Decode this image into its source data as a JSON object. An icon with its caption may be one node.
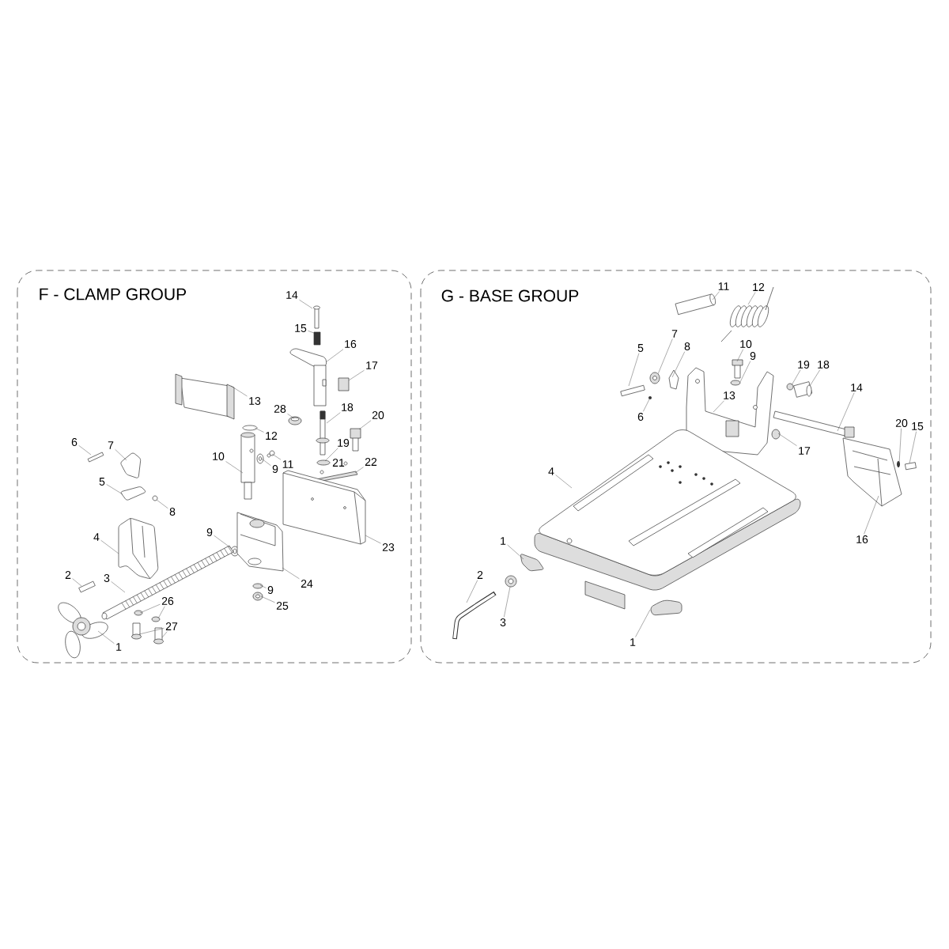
{
  "diagram": {
    "nodes": [
      {
        "text": [
          "F - CLAMP GROUP"
        ]
      },
      {
        "text": [
          "14"
        ],
        "in": 0
      },
      {
        "text": [
          "15"
        ],
        "in": 0
      },
      {
        "text": [
          "16"
        ],
        "in": 0
      },
      {
        "text": [
          "17"
        ],
        "in": 0
      },
      {
        "text": [
          "13"
        ],
        "in": 0
      },
      {
        "text": [
          "28"
        ],
        "in": 0
      },
      {
        "text": [
          "18"
        ],
        "in": 0
      },
      {
        "text": [
          "20"
        ],
        "in": 0
      },
      {
        "text": [
          "12"
        ],
        "in": 0
      },
      {
        "text": [
          "19"
        ],
        "in": 0
      },
      {
        "text": [
          "11"
        ],
        "in": 0
      },
      {
        "text": [
          "9"
        ],
        "in": 0
      },
      {
        "text": [
          "10"
        ],
        "in": 0
      },
      {
        "text": [
          "22"
        ],
        "in": 0
      },
      {
        "text": [
          "23"
        ],
        "in": 0
      },
      {
        "text": [
          "6"
        ],
        "in": 0
      },
      {
        "text": [
          "7"
        ],
        "in": 0
      },
      {
        "text": [
          "5"
        ],
        "in": 0
      },
      {
        "text": [
          "8"
        ],
        "in": 0
      },
      {
        "text": [
          "9"
        ],
        "in": 0
      },
      {
        "text": [
          "4"
        ],
        "in": 0
      },
      {
        "text": [
          "24"
        ],
        "in": 0
      },
      {
        "text": [
          "9"
        ],
        "in": 0
      },
      {
        "text": [
          "25"
        ],
        "in": 0
      },
      {
        "text": [
          "2"
        ],
        "in": 0
      },
      {
        "text": [
          "3"
        ],
        "in": 0
      },
      {
        "text": [
          "26"
        ],
        "in": 0
      },
      {
        "text": [
          "27"
        ],
        "in": 0
      },
      {
        "text": [
          "1"
        ],
        "in": 0
      },
      {
        "text": [
          "G - BASE GROUP"
        ]
      },
      {
        "text": [
          "11"
        ],
        "in": 30
      },
      {
        "text": [
          "12"
        ],
        "in": 30
      },
      {
        "text": [
          "7"
        ],
        "in": 30
      },
      {
        "text": [
          "8"
        ],
        "in": 30
      },
      {
        "text": [
          "5"
        ],
        "in": 30
      },
      {
        "text": [
          "10"
        ],
        "in": 30
      },
      {
        "text": [
          "9"
        ],
        "in": 30
      },
      {
        "text": [
          "19"
        ],
        "in": 30
      },
      {
        "text": [
          "18"
        ],
        "in": 30
      },
      {
        "text": [
          "6"
        ],
        "in": 30
      },
      {
        "text": [
          "13"
        ],
        "in": 30
      },
      {
        "text": [
          "14"
        ],
        "in": 30
      },
      {
        "text": [
          "20"
        ],
        "in": 30
      },
      {
        "text": [
          "15"
        ],
        "in": 30
      },
      {
        "text": [
          "17"
        ],
        "in": 30
      },
      {
        "text": [
          "4"
        ],
        "in": 30
      },
      {
        "text": [
          "16"
        ],
        "in": 30
      },
      {
        "text": [
          "1"
        ],
        "in": 30
      },
      {
        "text": [
          "2"
        ],
        "in": 30
      },
      {
        "text": [
          "3"
        ],
        "in": 30
      },
      {
        "text": [
          "1"
        ],
        "in": 30
      },
      {
        "text": [],
        "shape": "box",
        "in": 0
      },
      {
        "text": [],
        "shape": "box",
        "in": 0
      },
      {
        "text": [],
        "shape": "picture",
        "in": 0
      },
      {
        "text": [],
        "shape": "box",
        "in": 0
      },
      {
        "text": [],
        "shape": "picture",
        "in": 0
      },
      {
        "text": [],
        "shape": "circle",
        "in": 0
      },
      {
        "text": [],
        "shape": "picture",
        "in": 0
      },
      {
        "text": [],
        "shape": "picture",
        "in": 0
      },
      {
        "text": [],
        "shape": "circle",
        "in": 0
      },
      {
        "text": [],
        "shape": "circle",
        "in": 0
      },
      {
        "text": [],
        "shape": "circle",
        "in": 0
      },
      {
        "text": [],
        "shape": "circle",
        "in": 0
      },
      {
        "text": [],
        "shape": "picture",
        "in": 0
      },
      {
        "text": [],
        "shape": "bar",
        "in": 0
      },
      {
        "text": [],
        "shape": "picture",
        "in": 0
      },
      {
        "text": [],
        "shape": "bar",
        "in": 0
      },
      {
        "text": [],
        "shape": "picture",
        "in": 0
      },
      {
        "text": [],
        "shape": "picture",
        "in": 0
      },
      {
        "text": [],
        "shape": "circle",
        "in": 0
      },
      {
        "text": [],
        "shape": "circle",
        "in": 0
      },
      {
        "text": [],
        "shape": "picture",
        "in": 0
      },
      {
        "text": [],
        "shape": "picture",
        "in": 0
      },
      {
        "text": [],
        "shape": "circle",
        "in": 0
      },
      {
        "text": [],
        "shape": "circle",
        "in": 0
      },
      {
        "text": [],
        "shape": "bar",
        "in": 0
      },
      {
        "text": [],
        "shape": "picture",
        "in": 0
      },
      {
        "text": [],
        "shape": "circle",
        "in": 0
      },
      {
        "text": [],
        "shape": "circle",
        "in": 0
      },
      {
        "text": [],
        "shape": "cylinder",
        "in": 0
      },
      {
        "text": [],
        "shape": "cylinder",
        "in": 0
      },
      {
        "text": [],
        "shape": "picture",
        "in": 0
      },
      {
        "text": [],
        "shape": "picture",
        "in": 30
      },
      {
        "text": [],
        "shape": "picture",
        "in": 30
      },
      {
        "text": [],
        "shape": "circle",
        "in": 30
      },
      {
        "text": [],
        "shape": "picture",
        "in": 30
      },
      {
        "text": [],
        "shape": "bar",
        "in": 30
      },
      {
        "text": [],
        "shape": "picture",
        "in": 30
      },
      {
        "text": [],
        "shape": "circle",
        "in": 30
      },
      {
        "text": [],
        "shape": "circle",
        "in": 30
      },
      {
        "text": [],
        "shape": "picture",
        "in": 30
      },
      {
        "text": [],
        "shape": "circle",
        "in": 30
      },
      {
        "text": [],
        "shape": "picture",
        "in": 30
      },
      {
        "text": [],
        "shape": "bar",
        "in": 30
      },
      {
        "text": [],
        "shape": "circle",
        "in": 30
      },
      {
        "text": [],
        "shape": "bar",
        "in": 30
      },
      {
        "text": [],
        "shape": "circle",
        "in": 30
      },
      {
        "text": [],
        "shape": "picture",
        "in": 30
      },
      {
        "text": [],
        "shape": "picture",
        "in": 30
      },
      {
        "text": [],
        "shape": "picture",
        "in": 30
      },
      {
        "text": [],
        "shape": "picture",
        "in": 30
      },
      {
        "text": [],
        "shape": "circle",
        "in": 30
      },
      {
        "text": [],
        "shape": "box",
        "in": 30
      }
    ],
    "edges": [
      {
        "from": 1,
        "to": 52,
        "arrow": "none"
      },
      {
        "from": 2,
        "to": 53,
        "arrow": "none"
      },
      {
        "from": 3,
        "to": 54,
        "arrow": "none"
      },
      {
        "from": 4,
        "to": 55,
        "arrow": "none"
      },
      {
        "from": 5,
        "to": 56,
        "arrow": "none"
      },
      {
        "from": 6,
        "to": 57,
        "arrow": "none"
      },
      {
        "from": 7,
        "to": 58,
        "arrow": "none"
      },
      {
        "from": 8,
        "to": 59,
        "arrow": "none"
      },
      {
        "from": 9,
        "to": 60,
        "arrow": "none"
      },
      {
        "from": 10,
        "to": 61,
        "arrow": "none"
      },
      {
        "from": 11,
        "to": 62,
        "arrow": "none"
      },
      {
        "from": 12,
        "to": 63,
        "arrow": "none"
      },
      {
        "from": 13,
        "to": 64,
        "arrow": "none"
      },
      {
        "from": 14,
        "to": 65,
        "arrow": "none"
      },
      {
        "from": 15,
        "to": 66,
        "arrow": "none"
      },
      {
        "from": 16,
        "to": 67,
        "arrow": "none"
      },
      {
        "from": 17,
        "to": 68,
        "arrow": "none"
      },
      {
        "from": 18,
        "to": 69,
        "arrow": "none"
      },
      {
        "from": 19,
        "to": 70,
        "arrow": "none"
      },
      {
        "from": 20,
        "to": 71,
        "arrow": "none"
      },
      {
        "from": 21,
        "to": 72,
        "arrow": "none"
      },
      {
        "from": 22,
        "to": 73,
        "arrow": "none"
      },
      {
        "from": 23,
        "to": 74,
        "arrow": "none"
      },
      {
        "from": 24,
        "to": 75,
        "arrow": "none"
      },
      {
        "from": 25,
        "to": 76,
        "arrow": "none"
      },
      {
        "from": 26,
        "to": 77,
        "arrow": "none"
      },
      {
        "from": 27,
        "to": 78,
        "arrow": "none"
      },
      {
        "from": 27,
        "to": 79,
        "arrow": "none"
      },
      {
        "from": 28,
        "to": 80,
        "arrow": "none"
      },
      {
        "from": 28,
        "to": 81,
        "arrow": "none"
      },
      {
        "from": 29,
        "to": 82,
        "arrow": "none"
      },
      {
        "from": 31,
        "to": 83,
        "arrow": "none"
      },
      {
        "from": 32,
        "to": 84,
        "arrow": "none"
      },
      {
        "from": 33,
        "to": 85,
        "arrow": "none"
      },
      {
        "from": 34,
        "to": 86,
        "arrow": "none"
      },
      {
        "from": 35,
        "to": 87,
        "arrow": "none"
      },
      {
        "from": 36,
        "to": 88,
        "arrow": "none"
      },
      {
        "from": 37,
        "to": 89,
        "arrow": "none"
      },
      {
        "from": 38,
        "to": 90,
        "arrow": "none"
      },
      {
        "from": 39,
        "to": 91,
        "arrow": "none"
      },
      {
        "from": 40,
        "to": 92,
        "arrow": "none"
      },
      {
        "from": 41,
        "to": 93,
        "arrow": "none"
      },
      {
        "from": 42,
        "to": 94,
        "arrow": "none"
      },
      {
        "from": 43,
        "to": 95,
        "arrow": "none"
      },
      {
        "from": 44,
        "to": 96,
        "arrow": "none"
      },
      {
        "from": 45,
        "to": 97,
        "arrow": "none"
      },
      {
        "from": 46,
        "to": 98,
        "arrow": "none"
      },
      {
        "from": 47,
        "to": 99,
        "arrow": "none"
      },
      {
        "from": 48,
        "to": 100,
        "arrow": "none"
      },
      {
        "from": 49,
        "to": 101,
        "arrow": "none"
      },
      {
        "from": 50,
        "to": 102,
        "arrow": "none"
      },
      {
        "from": 51,
        "to": 103,
        "arrow": "none"
      }
    ],
    "labels": [
      "21"
    ]
  }
}
